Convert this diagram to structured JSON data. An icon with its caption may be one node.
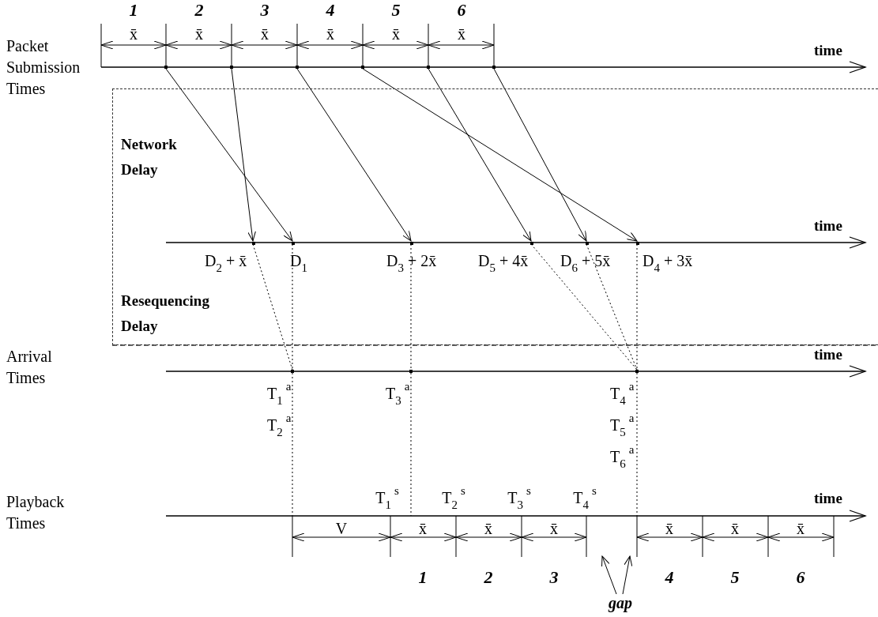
{
  "diagram": {
    "nodes": [
      {
        "text": [
          "Network Delay",
          "Resequencing Delay"
        ]
      },
      {
        "text": [],
        "shape": "point"
      },
      {
        "text": [],
        "shape": "point"
      },
      {
        "text": [],
        "shape": "point"
      },
      {
        "text": [],
        "shape": "point"
      },
      {
        "text": [],
        "shape": "point"
      },
      {
        "text": [],
        "shape": "point"
      },
      {
        "text": [],
        "shape": "point",
        "in": 0,
        "beside": [
          "D$_{2}$ + x̄"
        ]
      },
      {
        "text": [],
        "shape": "point",
        "in": 0,
        "beside": [
          "D$_{1}$"
        ]
      },
      {
        "text": [],
        "shape": "point",
        "in": 0,
        "beside": [
          "D$_{3}$ + 2x̄"
        ]
      },
      {
        "text": [],
        "shape": "point",
        "in": 0,
        "beside": [
          "D$_{5}$ + 4x̄"
        ]
      },
      {
        "text": [],
        "shape": "point",
        "in": 0,
        "beside": [
          "D$_{6}$ + 5x̄"
        ]
      },
      {
        "text": [],
        "shape": "point",
        "in": 0,
        "beside": [
          "D$_{4}$ + 3x̄"
        ]
      },
      {
        "text": [],
        "shape": "point",
        "beside": [
          "T$_{1}$$^{a}$",
          "T$_{2}$$^{a}$"
        ]
      },
      {
        "text": [],
        "shape": "point",
        "beside": [
          "T$_{3}$$^{a}$"
        ]
      },
      {
        "text": [],
        "shape": "point",
        "beside": [
          "T$_{4}$$^{a}$",
          "T$_{5}$$^{a}$",
          "T$_{6}$$^{a}$"
        ]
      },
      {
        "text": [
          "gap"
        ]
      }
    ],
    "edges": [
      {
        "from": 1,
        "to": 8,
        "arrow": "to"
      },
      {
        "from": 2,
        "to": 7,
        "arrow": "to"
      },
      {
        "from": 3,
        "to": 9,
        "arrow": "to"
      },
      {
        "from": 4,
        "to": 12,
        "arrow": "to"
      },
      {
        "from": 5,
        "to": 10,
        "arrow": "to"
      },
      {
        "from": 6,
        "to": 11,
        "arrow": "to"
      },
      {
        "from": 8,
        "to": 13,
        "arrow": "none",
        "style": "dashed"
      },
      {
        "from": 7,
        "to": 13,
        "arrow": "none",
        "style": "dashed"
      },
      {
        "from": 9,
        "to": 14,
        "arrow": "none",
        "style": "dashed"
      },
      {
        "from": 10,
        "to": 15,
        "arrow": "none",
        "style": "dashed"
      },
      {
        "from": 11,
        "to": 15,
        "arrow": "none",
        "style": "dashed"
      },
      {
        "from": 12,
        "to": 15,
        "arrow": "none",
        "style": "dashed"
      },
      {
        "from": 16,
        "to": null,
        "arrow": "to"
      },
      {
        "from": 16,
        "to": null,
        "arrow": "to"
      }
    ],
    "labels": [
      "Packet Submission Times",
      "1",
      "2",
      "3",
      "4",
      "5",
      "6",
      "x̄",
      "x̄",
      "x̄",
      "x̄",
      "x̄",
      "x̄",
      "time",
      "time",
      "Arrival Times",
      "time",
      "Playback Times",
      "T$_{1}$$^{s}$",
      "T$_{2}$$^{s}$",
      "T$_{3}$$^{s}$",
      "T$_{4}$$^{s}$",
      "time",
      "V",
      "x̄",
      "x̄",
      "x̄",
      "x̄",
      "x̄",
      "x̄",
      "1",
      "2",
      "3",
      "4",
      "5",
      "6"
    ]
  }
}
